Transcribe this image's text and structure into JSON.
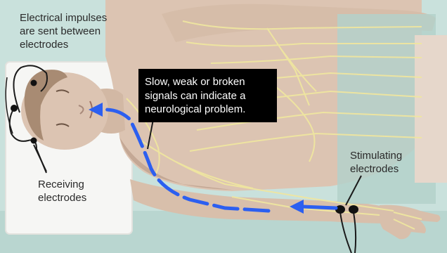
{
  "labels": {
    "top_left": [
      "Electrical impulses",
      "are sent between",
      "electrodes"
    ],
    "callout": [
      "Slow, weak or broken",
      "signals can indicate a",
      "neurological problem."
    ],
    "receiving": [
      "Receiving",
      "electrodes"
    ],
    "stimulating": [
      "Stimulating",
      "electrodes"
    ]
  },
  "colors": {
    "background": "#c9e1dc",
    "skin": "#dcc4b2",
    "skin_shadow": "#c4a895",
    "nerve": "#efe6a0",
    "signal": "#2c5ff0",
    "pillow": "#f6f6f4",
    "wire": "#1a1a1a",
    "callout_bg": "#000000"
  }
}
